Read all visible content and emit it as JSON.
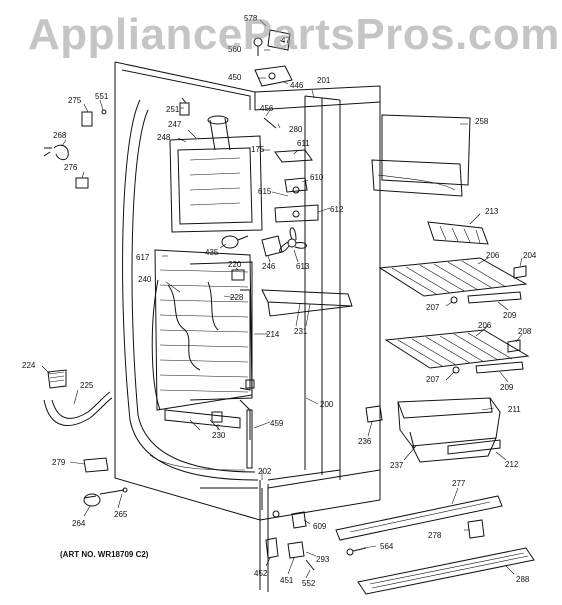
{
  "watermark": "AppliancePartsPros.com",
  "art_number": "(ART NO. WR18709 C2)",
  "callouts": {
    "c578": "578",
    "c47": "47",
    "c560": "560",
    "c450": "450",
    "c446": "446",
    "c201": "201",
    "c456": "456",
    "c251": "251",
    "c275": "275",
    "c551": "551",
    "c247": "247",
    "c280": "280",
    "c248": "248",
    "c258": "258",
    "c268": "268",
    "c175": "175",
    "c611": "611",
    "c276": "276",
    "c610": "610",
    "c615": "615",
    "c612": "612",
    "c213": "213",
    "c435": "435",
    "c617": "617",
    "c246": "246",
    "c613": "613",
    "c220": "220",
    "c206a": "206",
    "c204": "204",
    "c240": "240",
    "c228": "228",
    "c207a": "207",
    "c209a": "209",
    "c231": "231",
    "c214": "214",
    "c206b": "206",
    "c208": "208",
    "c224": "224",
    "c207b": "207",
    "c209b": "209",
    "c225": "225",
    "c200": "200",
    "c211": "211",
    "c459": "459",
    "c230": "230",
    "c236": "236",
    "c237": "237",
    "c212": "212",
    "c279": "279",
    "c202": "202",
    "c277": "277",
    "c264": "264",
    "c265": "265",
    "c609": "609",
    "c278": "278",
    "c564": "564",
    "c293": "293",
    "c452": "452",
    "c451": "451",
    "c552": "552",
    "c288": "288"
  }
}
